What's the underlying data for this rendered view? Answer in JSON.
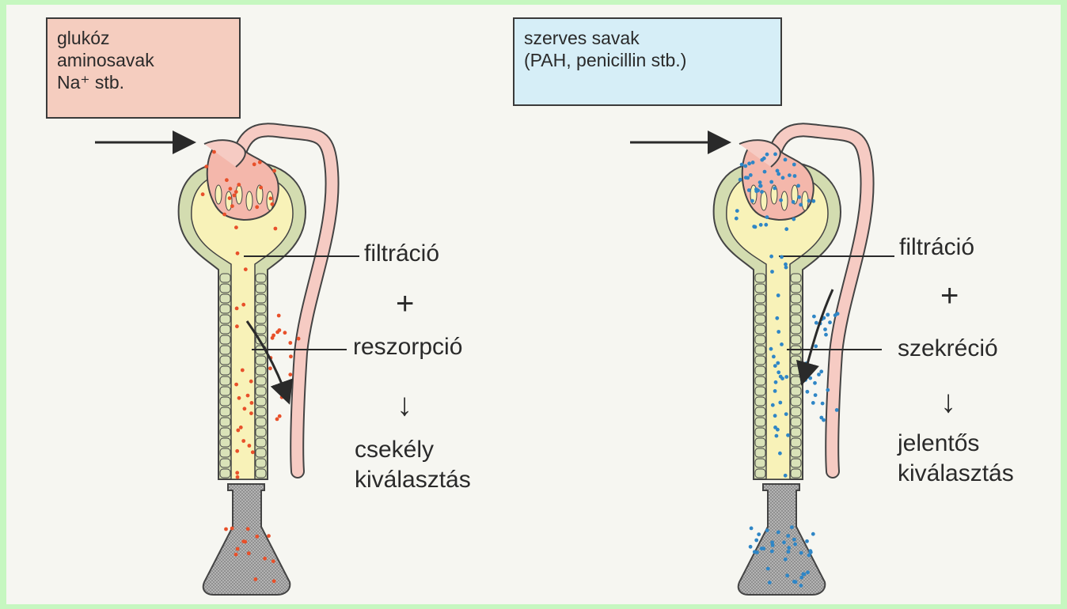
{
  "left": {
    "box_lines": [
      "glukóz",
      "aminosavak",
      "Na⁺ stb."
    ],
    "label_filtration": "filtráció",
    "plus": "+",
    "label_process": "reszorpció",
    "down_arrow": "↓",
    "result_line1": "csekély",
    "result_line2": "kiválasztás",
    "dot_color": "#e8502a",
    "box_color": "#f5cdbf"
  },
  "right": {
    "box_lines": [
      "szerves savak",
      "(PAH, penicillin stb.)"
    ],
    "label_filtration": "filtráció",
    "plus": "+",
    "label_process": "szekréció",
    "down_arrow": "↓",
    "result_line1": "jelentős",
    "result_line2": "kiválasztás",
    "dot_color": "#2f86c6",
    "box_color": "#d6eef7"
  },
  "icons": [
    "inflow-arrow-icon",
    "nephron-icon",
    "flask-icon"
  ]
}
